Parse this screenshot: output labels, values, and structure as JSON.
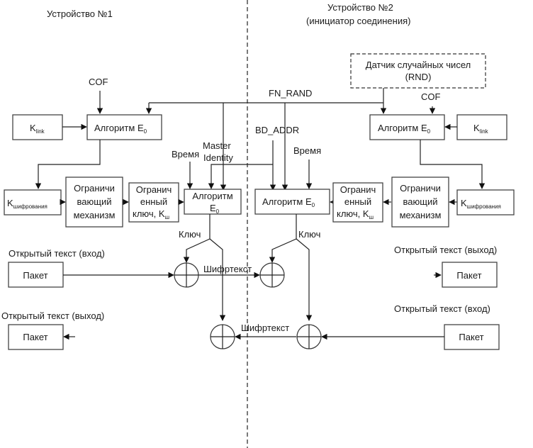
{
  "devices": {
    "device1": "Устройство №1",
    "device2_line1": "Устройство №2",
    "device2_line2": "(инициатор соединения)"
  },
  "rng": {
    "line1": "Датчик случайных чисел",
    "line2": "(RND)"
  },
  "signals": {
    "cof": "COF",
    "fn_rand": "FN_RAND",
    "bd_addr": "BD_ADDR",
    "time": "Время",
    "master_line1": "Master",
    "master_line2": "Identity",
    "key": "Ключ",
    "ciphertext": "Шифртекст"
  },
  "blocks": {
    "k": "K",
    "link_sub": "link",
    "enc_sub": "шифрования",
    "algo": "Алгоритм E",
    "algo_line1": "Алгоритм",
    "algo_e": "E",
    "algo_sub": "0",
    "limiter": [
      "Ограничи",
      "вающий",
      "механизм"
    ],
    "limited_key": [
      "Огранич",
      "енный",
      "ключ, K"
    ],
    "limited_sub": "ш",
    "packet": "Пакет"
  },
  "plaintext": {
    "in": "Открытый текст (вход)",
    "out": "Открытый текст (выход)"
  }
}
